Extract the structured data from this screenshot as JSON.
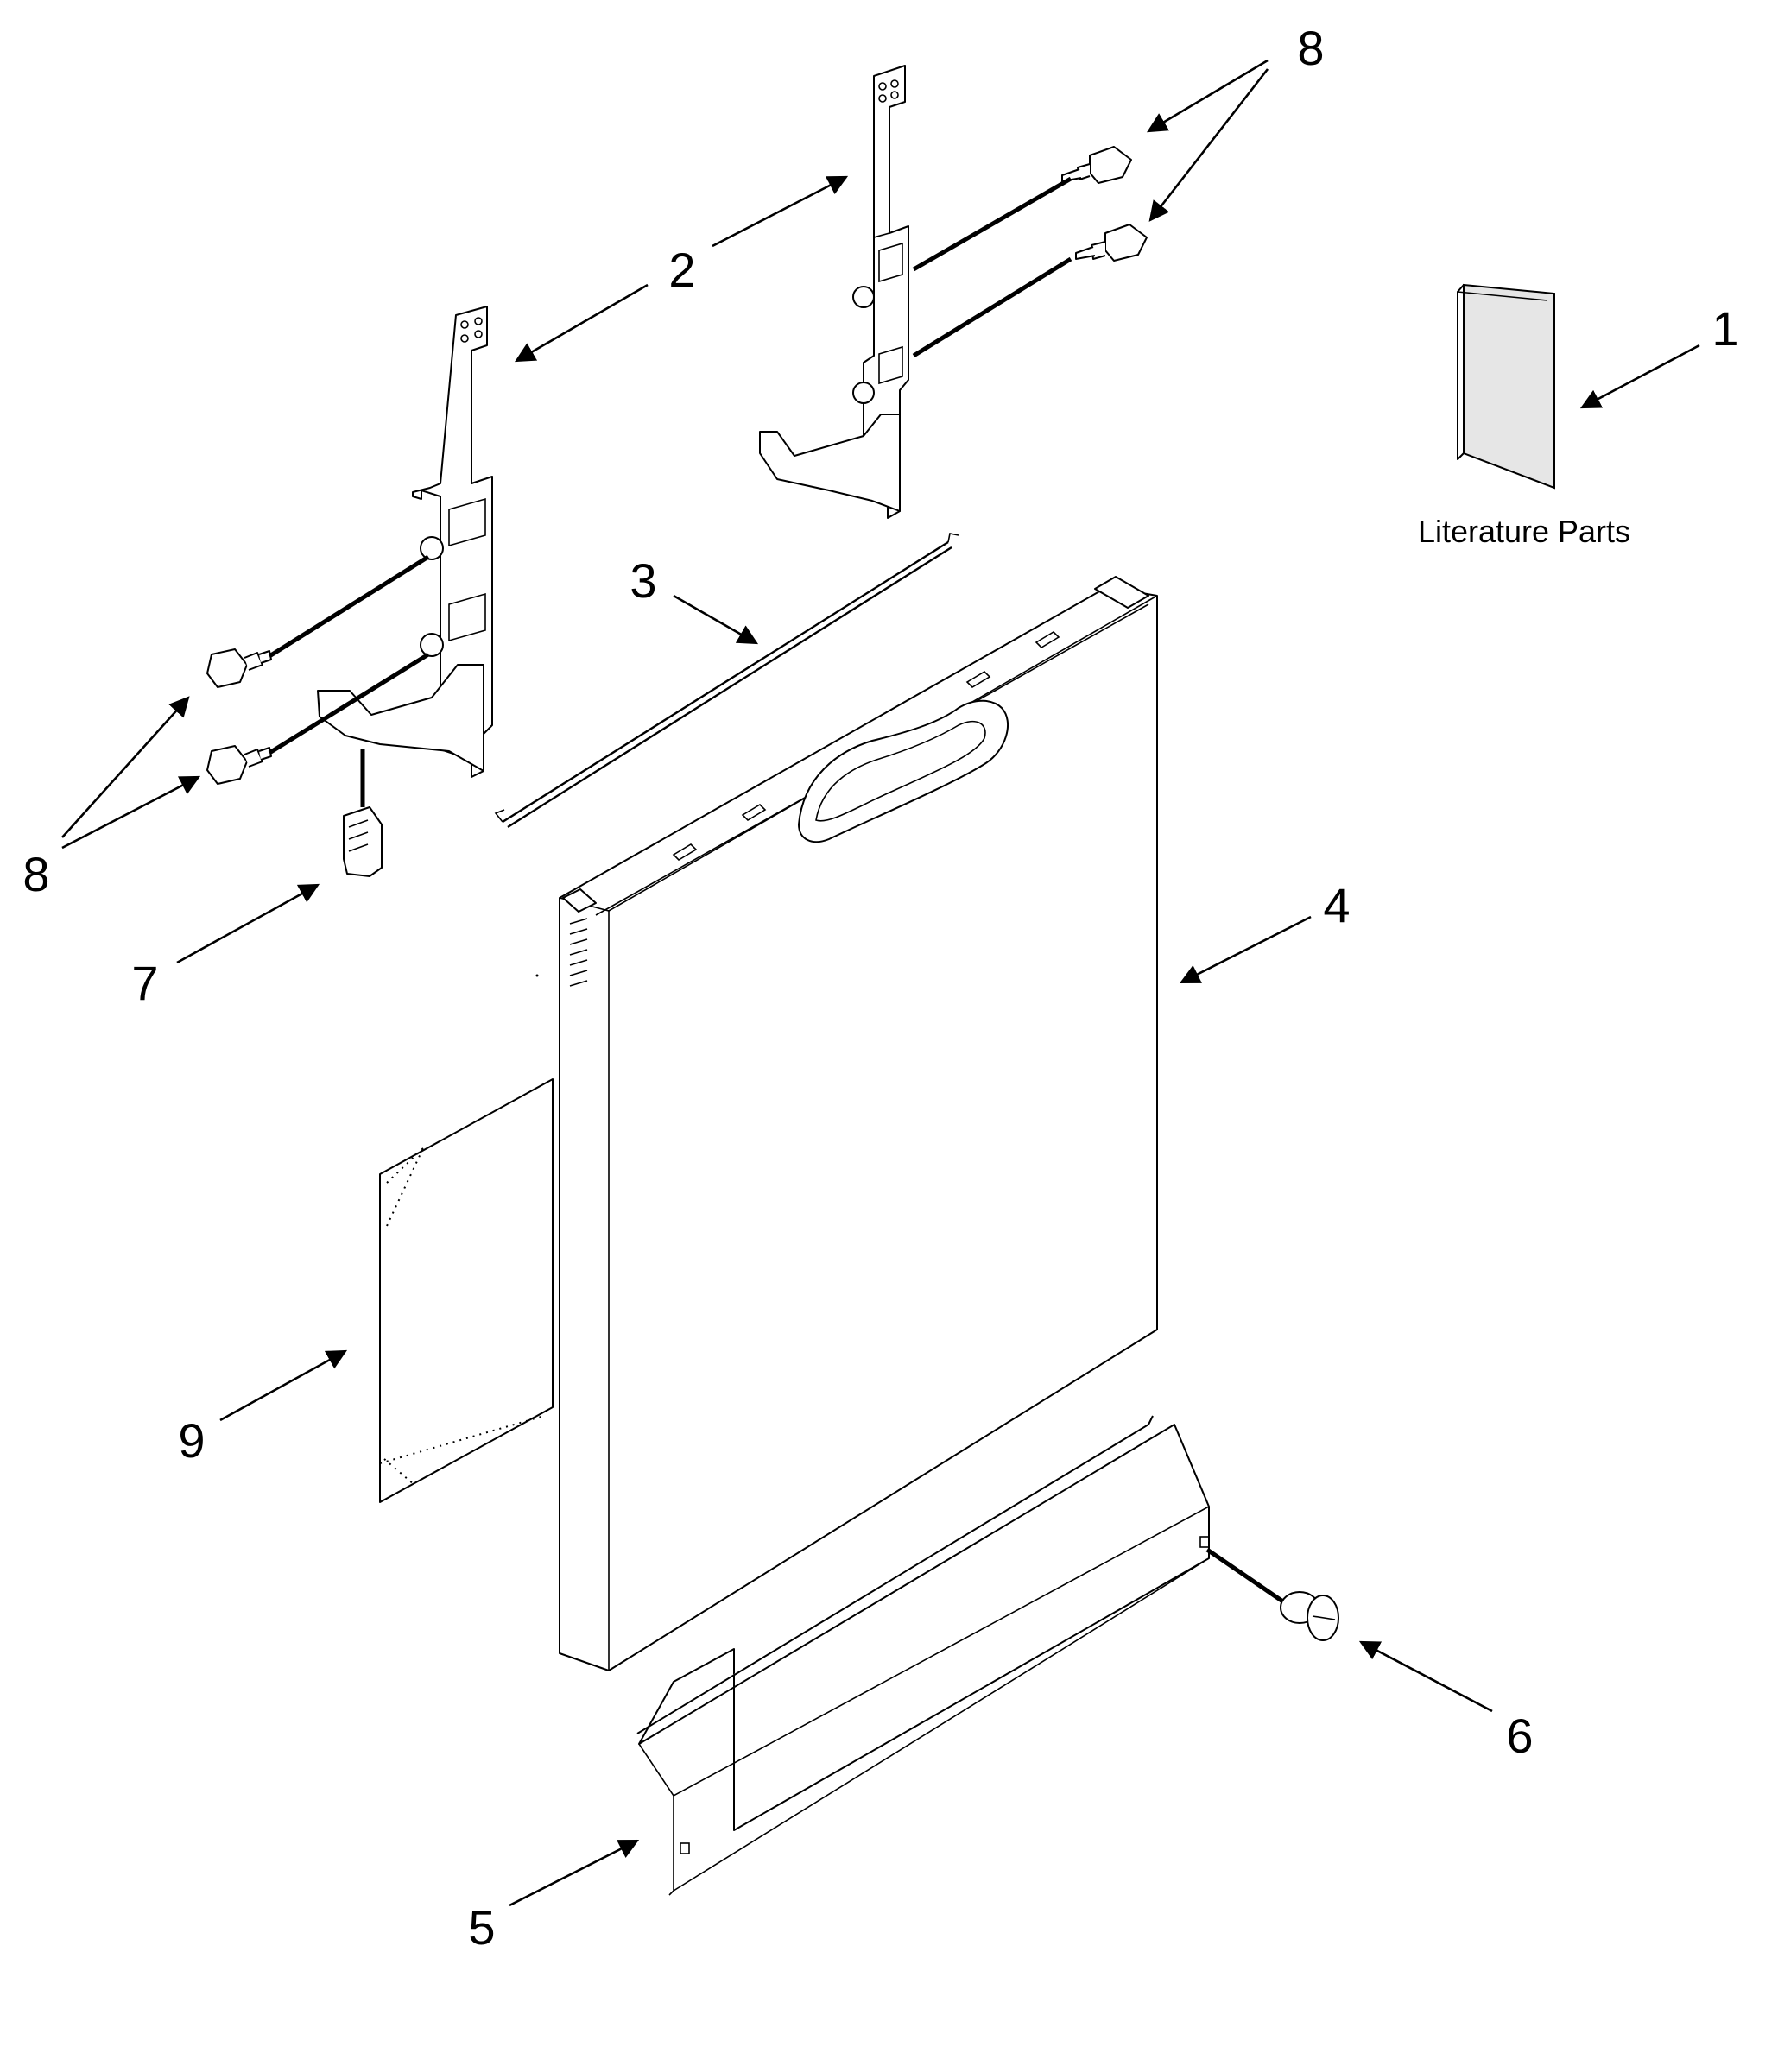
{
  "diagram": {
    "callouts": [
      {
        "id": "1",
        "label": "1"
      },
      {
        "id": "2",
        "label": "2"
      },
      {
        "id": "3",
        "label": "3"
      },
      {
        "id": "4",
        "label": "4"
      },
      {
        "id": "5",
        "label": "5"
      },
      {
        "id": "6",
        "label": "6"
      },
      {
        "id": "7",
        "label": "7"
      },
      {
        "id": "8-top",
        "label": "8"
      },
      {
        "id": "8-left",
        "label": "8"
      },
      {
        "id": "9",
        "label": "9"
      }
    ],
    "literature_caption": "Literature Parts"
  }
}
